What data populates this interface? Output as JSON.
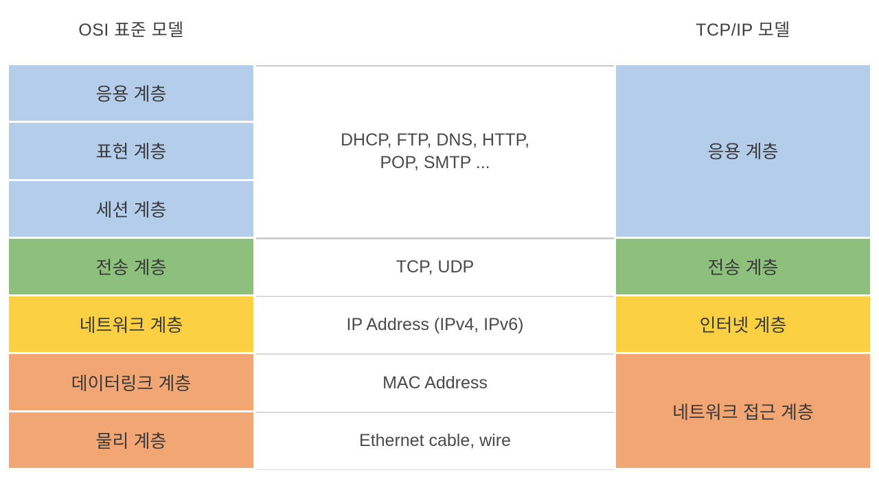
{
  "headers": {
    "osi": "OSI 표준 모델",
    "tcpip": "TCP/IP 모델"
  },
  "colors": {
    "blue": "#b4cdea",
    "green": "#8dc07c",
    "yellow": "#fbd043",
    "orange": "#f2a673",
    "white": "#ffffff",
    "border_gray": "#c9c9c9",
    "text": "#3a3a3a"
  },
  "osi_layers": [
    {
      "label": "응용 계층",
      "color": "#b4cdea"
    },
    {
      "label": "표현 계층",
      "color": "#b4cdea"
    },
    {
      "label": "세션 계층",
      "color": "#b4cdea"
    },
    {
      "label": "전송 계층",
      "color": "#8dc07c"
    },
    {
      "label": "네트워크 계층",
      "color": "#fbd043"
    },
    {
      "label": "데이터링크 계층",
      "color": "#f2a673"
    },
    {
      "label": "물리 계층",
      "color": "#f2a673"
    }
  ],
  "protocols": [
    {
      "text": "DHCP, FTP, DNS, HTTP,\nPOP, SMTP ...",
      "span": 3
    },
    {
      "text": "TCP, UDP",
      "span": 1
    },
    {
      "text": "IP Address (IPv4, IPv6)",
      "span": 1
    },
    {
      "text": "MAC Address",
      "span": 1
    },
    {
      "text": "Ethernet cable, wire",
      "span": 1
    }
  ],
  "tcpip_layers": [
    {
      "label": "응용 계층",
      "color": "#b4cdea",
      "span": 3
    },
    {
      "label": "전송 계층",
      "color": "#8dc07c",
      "span": 1
    },
    {
      "label": "인터넷 계층",
      "color": "#fbd043",
      "span": 1
    },
    {
      "label": "네트워크 접근 계층",
      "color": "#f2a673",
      "span": 2
    }
  ]
}
